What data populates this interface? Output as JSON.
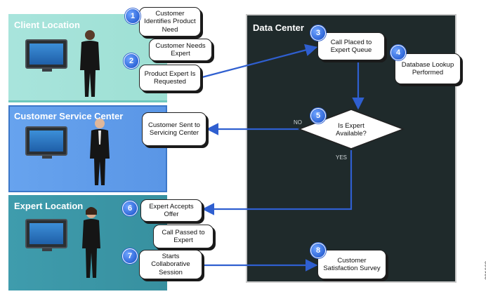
{
  "panels": {
    "client": "Client Location",
    "csc": "Customer Service Center",
    "expert": "Expert Location",
    "datacenter": "Data Center"
  },
  "callouts": {
    "c1": "Customer Identifies Product Need",
    "c1b": "Customer Needs Expert",
    "c2": "Product Expert Is Requested",
    "c3": "Call Placed to Expert Queue",
    "c4": "Database Lookup Performed",
    "c5a": "Customer Sent to Servicing Center",
    "c5": "Is Expert Available?",
    "c6": "Expert Accepts Offer",
    "c6b": "Call Passed to Expert",
    "c7": "Starts Collaborative Session",
    "c8": "Customer Satisfaction Survey"
  },
  "badges": [
    "1",
    "2",
    "3",
    "4",
    "5",
    "6",
    "7",
    "8"
  ],
  "flow_labels": {
    "no": "NO",
    "yes": "YES"
  },
  "figure_id": "321062",
  "colors": {
    "client_panel": "#a8e4dc",
    "csc_panel": "#67a3ee",
    "expert_panel": "#3f9cad",
    "datacenter_panel": "#1f2a2b",
    "arrow": "#2f5fd0",
    "badge": "#2f66d8"
  }
}
